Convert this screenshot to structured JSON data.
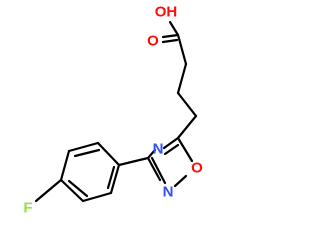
{
  "molecule": {
    "atoms": {
      "hydroxyl": {
        "label": "OH",
        "color": "#ff0d0d"
      },
      "carbonyl_oxygen": {
        "label": "O",
        "color": "#ff0d0d"
      },
      "ring_nitrogen_4": {
        "label": "N",
        "color": "#3050f8"
      },
      "ring_nitrogen_2": {
        "label": "N",
        "color": "#3050f8"
      },
      "ring_oxygen_1": {
        "label": "O",
        "color": "#ff0d0d"
      },
      "fluorine": {
        "label": "F",
        "color": "#90e050"
      }
    },
    "bond_color": "#000000"
  }
}
